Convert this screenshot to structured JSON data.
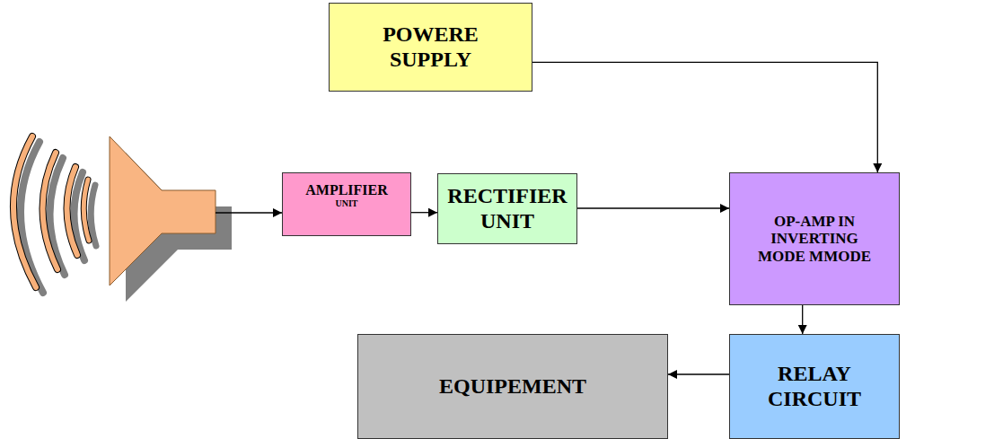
{
  "diagram": {
    "nodes": [
      {
        "text": [
          "POWERE SUPPLY"
        ]
      },
      {
        "text": [
          "AMPLIFIER",
          "UNIT"
        ]
      },
      {
        "text": [
          "RECTIFIER UNIT"
        ]
      },
      {
        "text": [
          "OP-AMP IN INVERTING MODE MMODE"
        ]
      },
      {
        "text": [
          "EQUIPEMENT"
        ]
      },
      {
        "text": [
          "RELAY CIRCUIT"
        ]
      }
    ],
    "edges": [
      {
        "from": 1,
        "to": 2,
        "arrow": "to"
      },
      {
        "from": 2,
        "to": 3,
        "arrow": "to"
      },
      {
        "from": 0,
        "to": 3,
        "arrow": "to"
      },
      {
        "from": 3,
        "to": 5,
        "arrow": "to"
      },
      {
        "from": 5,
        "to": 4,
        "arrow": "to"
      }
    ]
  }
}
